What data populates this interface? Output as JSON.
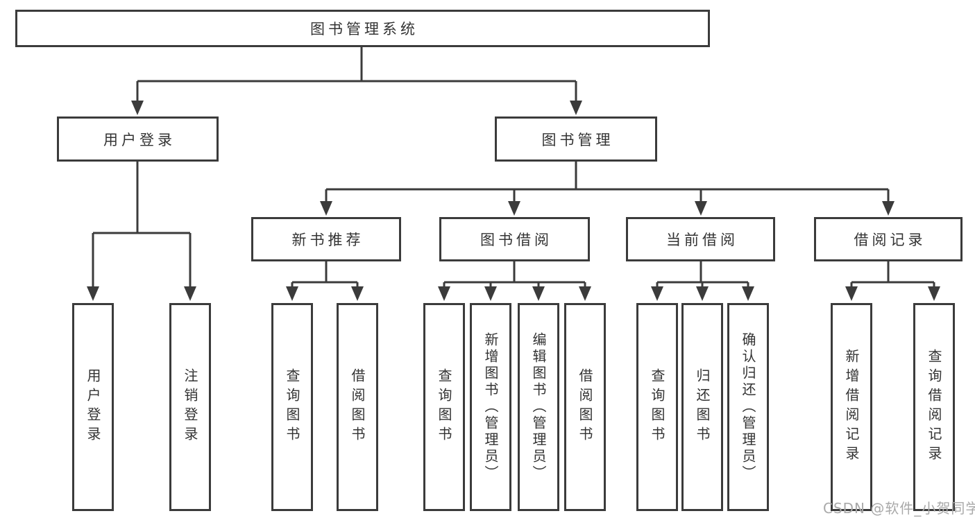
{
  "tree": {
    "label": "图书管理系统",
    "children": [
      {
        "label": "用户登录",
        "children": [
          {
            "label": "用户登录"
          },
          {
            "label": "注销登录"
          }
        ]
      },
      {
        "label": "图书管理",
        "children": [
          {
            "label": "新书推荐",
            "children": [
              {
                "label": "查询图书"
              },
              {
                "label": "借阅图书"
              }
            ]
          },
          {
            "label": "图书借阅",
            "children": [
              {
                "label": "查询图书"
              },
              {
                "label": "新增图书（管理员）"
              },
              {
                "label": "编辑图书（管理员）"
              },
              {
                "label": "借阅图书"
              }
            ]
          },
          {
            "label": "当前借阅",
            "children": [
              {
                "label": "查询图书"
              },
              {
                "label": "归还图书"
              },
              {
                "label": "确认归还（管理员）"
              }
            ]
          },
          {
            "label": "借阅记录",
            "children": [
              {
                "label": "新增借阅记录"
              },
              {
                "label": "查询借阅记录"
              }
            ]
          }
        ]
      }
    ]
  },
  "watermark": {
    "text": "CSDN @软件_小贺同学"
  },
  "colors": {
    "line": "#3b3b3b",
    "box_border": "#3b3b3b",
    "text": "#333333",
    "watermark": "#a9a9a9",
    "background": "#ffffff"
  }
}
